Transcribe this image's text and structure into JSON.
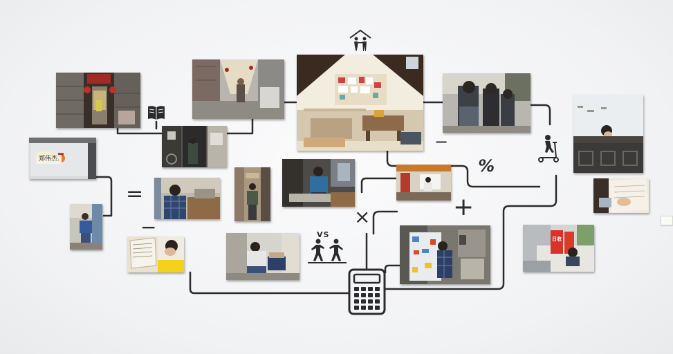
{
  "scene": {
    "symbols": {
      "equals": "=",
      "minus_left": "−",
      "minus_right": "−",
      "percent": "%",
      "times": "×",
      "plus": "+"
    },
    "vs_label": "VS",
    "sticker_text": "郑伟杰.",
    "red_box_text": "日收",
    "icons": [
      "house-family-icon",
      "open-book-icon",
      "scooter-rider-icon",
      "vs-fighters-icon",
      "calculator-icon"
    ],
    "colors": {
      "wall": "#f2f3f5",
      "line": "#2b2b2b"
    }
  }
}
